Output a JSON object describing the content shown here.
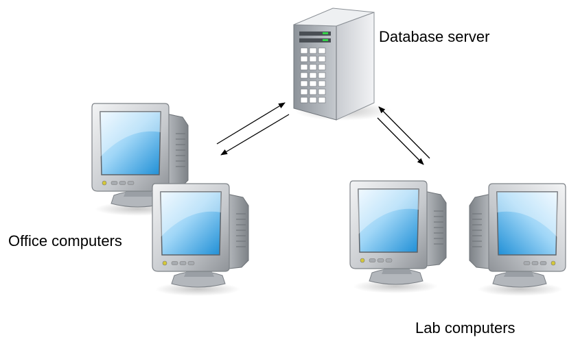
{
  "diagram": {
    "nodes": {
      "server": {
        "label": "Database server",
        "icon": "server-tower-icon"
      },
      "office": {
        "label": "Office computers",
        "icon": "crt-monitor-icon",
        "count": 2
      },
      "lab": {
        "label": "Lab computers",
        "icon": "crt-monitor-icon",
        "count": 2
      }
    },
    "connections": [
      {
        "from": "office",
        "to": "server",
        "bidirectional": true
      },
      {
        "from": "lab",
        "to": "server",
        "bidirectional": true
      }
    ],
    "colors": {
      "screen": "#38a6e6",
      "bezel": "#c9ccd0",
      "server_body": "#d8dbe0",
      "led": "#35d44a",
      "arrow": "#000000"
    }
  }
}
